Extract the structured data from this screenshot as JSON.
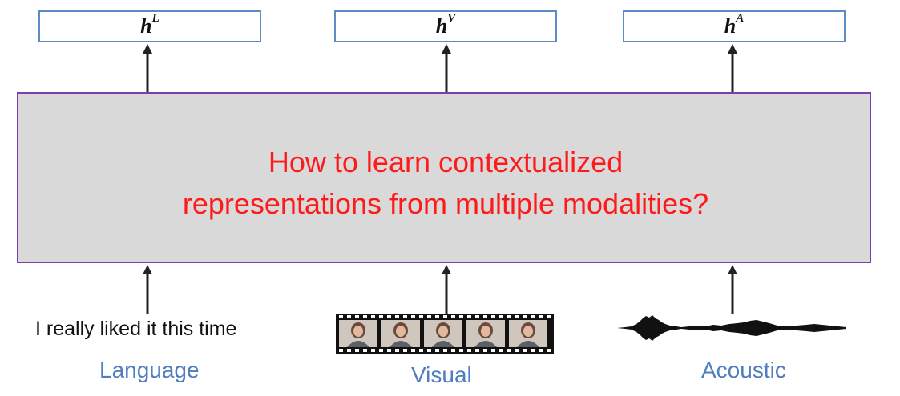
{
  "outputs": [
    {
      "base": "h",
      "sup": "L"
    },
    {
      "base": "h",
      "sup": "V"
    },
    {
      "base": "h",
      "sup": "A"
    }
  ],
  "question": {
    "line1": "How to learn contextualized",
    "line2": "representations from multiple modalities?"
  },
  "inputs": {
    "language_text": "I really liked it this time"
  },
  "modalities": {
    "language": "Language",
    "visual": "Visual",
    "acoustic": "Acoustic"
  },
  "colors": {
    "output_border": "#5b8cc6",
    "main_border": "#7a3fa8",
    "main_fill": "#d9d9d9",
    "question_text": "#ff1a1a",
    "modality_label": "#4f7dc0"
  },
  "icons": {
    "visual_input": "video-filmstrip-icon",
    "acoustic_input": "audio-waveform-icon"
  }
}
